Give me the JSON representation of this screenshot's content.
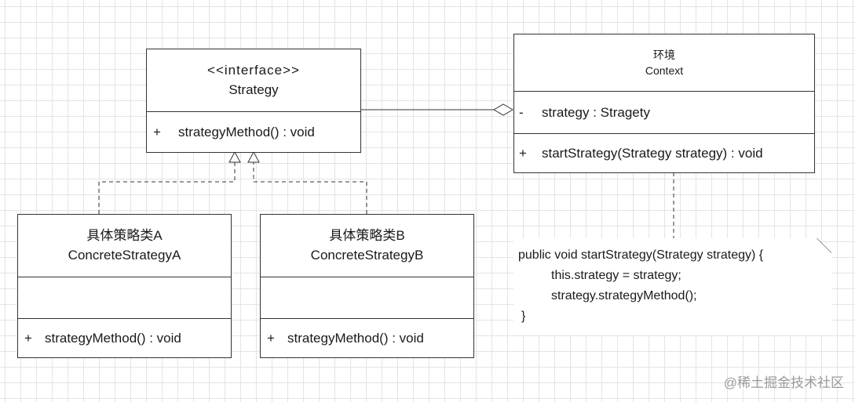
{
  "strategy_interface": {
    "stereotype": "<<interface>>",
    "name": "Strategy",
    "op_visibility": "+",
    "op": "strategyMethod() : void"
  },
  "context": {
    "cn_name": "环境",
    "name": "Context",
    "attr_visibility": "-",
    "attr": "strategy : Stragety",
    "op_visibility": "+",
    "op": "startStrategy(Strategy strategy)  : void"
  },
  "concrete_a": {
    "cn_name": "具体策略类A",
    "name": "ConcreteStrategyA",
    "op_visibility": "+",
    "op": "strategyMethod()  : void"
  },
  "concrete_b": {
    "cn_name": "具体策略类B",
    "name": "ConcreteStrategyB",
    "op_visibility": "+",
    "op": "strategyMethod()  : void"
  },
  "note": {
    "lines": [
      "public void startStrategy(Strategy strategy) {",
      "this.strategy = strategy;",
      "strategy.strategyMethod();",
      "}"
    ]
  },
  "watermark": "@稀土掘金技术社区",
  "colors": {
    "line": "#333333",
    "grid": "#e4e4e4",
    "watermark": "#9a9a9a"
  }
}
